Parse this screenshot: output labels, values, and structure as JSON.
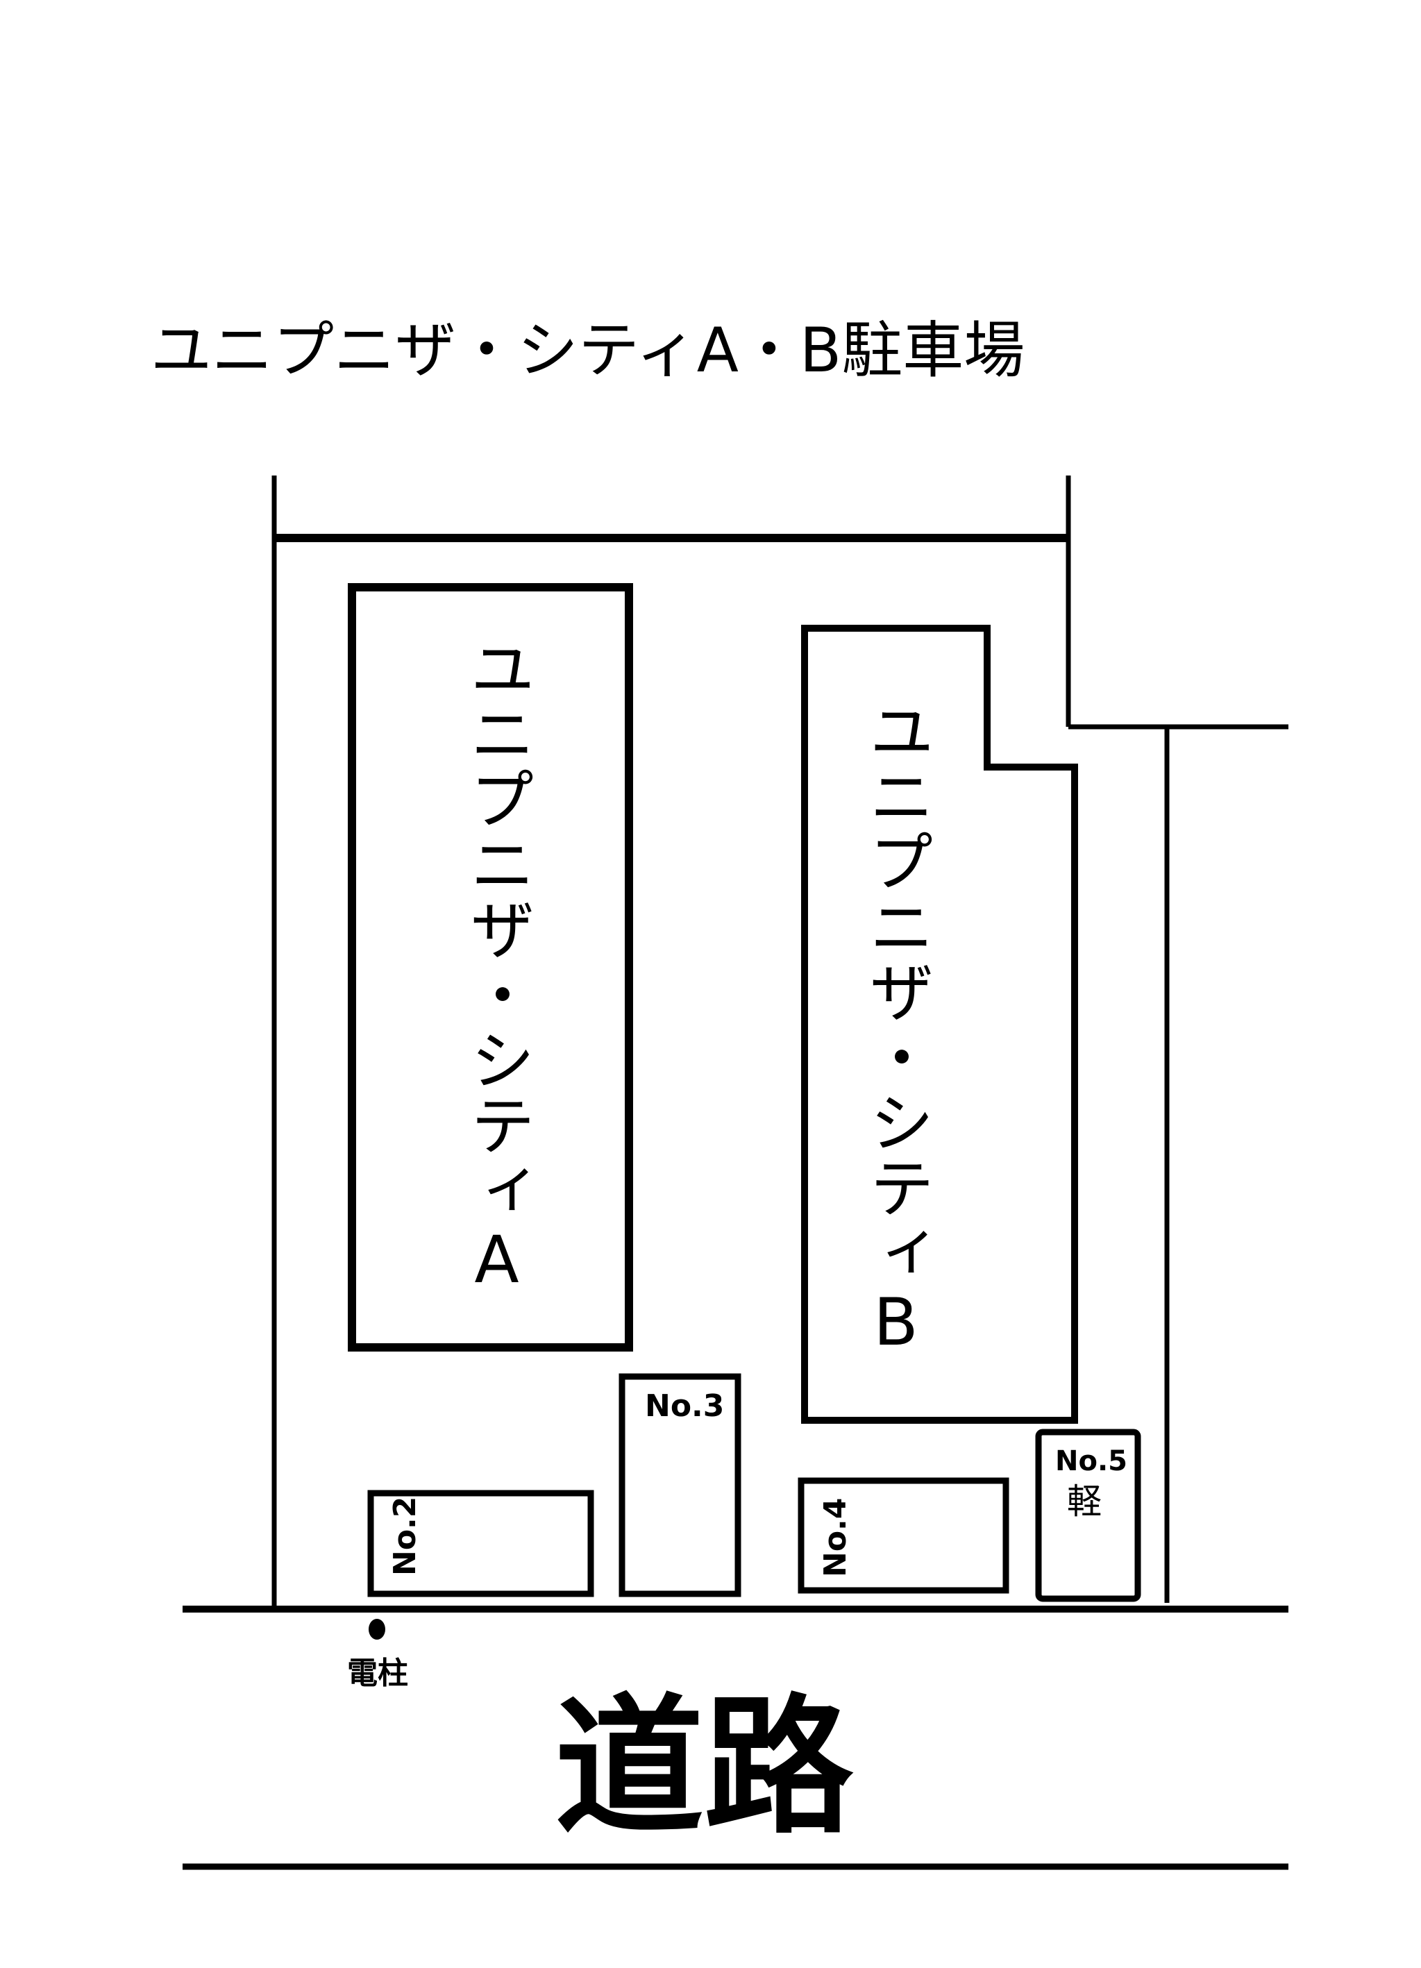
{
  "title": "ユニプニザ・シティA・B駐車場",
  "buildings": [
    {
      "id": "A",
      "label": "ユニプニザ・シティA"
    },
    {
      "id": "B",
      "label": "ユニプニザ・シティB"
    }
  ],
  "parking_spaces": {
    "no2": {
      "label": "No.2"
    },
    "no3": {
      "label": "No.3"
    },
    "no4": {
      "label": "No.4"
    },
    "no5": {
      "label": "No.5",
      "note": "軽"
    }
  },
  "utility_pole": {
    "label": "電柱"
  },
  "road": {
    "label": "道路"
  },
  "colors": {
    "ink": "#000000",
    "background": "#ffffff"
  }
}
